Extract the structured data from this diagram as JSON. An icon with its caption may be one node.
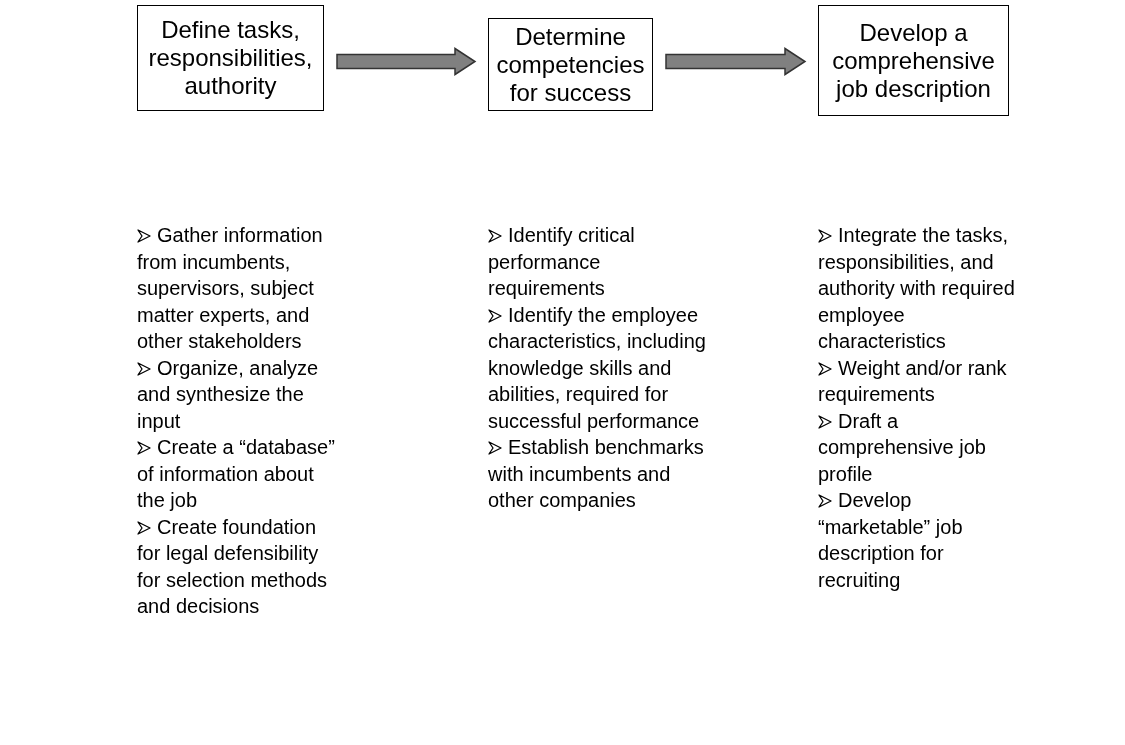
{
  "diagram": {
    "nodes": [
      {
        "text": [
          "Define tasks, responsibilities, authority"
        ]
      },
      {
        "text": [
          "Determine competencies for success"
        ]
      },
      {
        "text": [
          "Develop a comprehensive job description"
        ]
      }
    ],
    "edges": [
      {
        "from": 0,
        "to": 1,
        "arrow": "to",
        "style": "thick",
        "color": "#808080"
      },
      {
        "from": 1,
        "to": 2,
        "arrow": "to",
        "style": "thick",
        "color": "#808080"
      }
    ],
    "labels": [
      "Gather information from incumbents, supervisors, subject matter experts, and other stakeholders",
      "Organize, analyze and synthesize the input",
      "Create a “database” of information about the job",
      "Create foundation for legal defensibility for selection methods and decisions",
      "Identify critical performance requirements",
      "Identify the employee characteristics, including knowledge skills and abilities, required for successful performance",
      "Establish benchmarks with incumbents and other companies",
      "Integrate the tasks, responsibilities, and authority with required employee characteristics",
      "Weight and/or rank requirements",
      "Draft a comprehensive job profile",
      "Develop “marketable” job description for recruiting"
    ]
  }
}
